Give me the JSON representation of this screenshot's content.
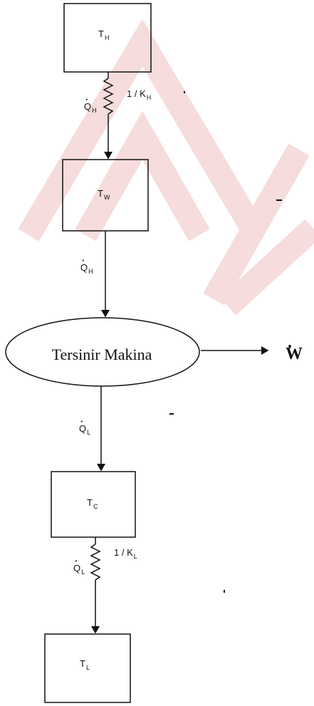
{
  "nodes": {
    "hot_reservoir": {
      "symbol": "T",
      "sub": "H"
    },
    "hot_wall": {
      "symbol": "T",
      "sub": "W"
    },
    "engine": {
      "label": "Tersinir Makina"
    },
    "cold_wall": {
      "symbol": "T",
      "sub": "C"
    },
    "cold_reservoir": {
      "symbol": "T",
      "sub": "L"
    }
  },
  "flows": {
    "q_hot_1": {
      "symbol": "Q",
      "sub": "H"
    },
    "q_hot_2": {
      "symbol": "Q",
      "sub": "H"
    },
    "q_cold_1": {
      "symbol": "Q",
      "sub": "L"
    },
    "q_cold_2": {
      "symbol": "Q",
      "sub": "L"
    },
    "work": {
      "symbol": "W"
    }
  },
  "resistances": {
    "hot": {
      "prefix": "1 / K",
      "sub": "H"
    },
    "cold": {
      "prefix": "1 / K",
      "sub": "L"
    }
  },
  "colors": {
    "watermark": "#f4d6d6",
    "ink": "#111111"
  }
}
